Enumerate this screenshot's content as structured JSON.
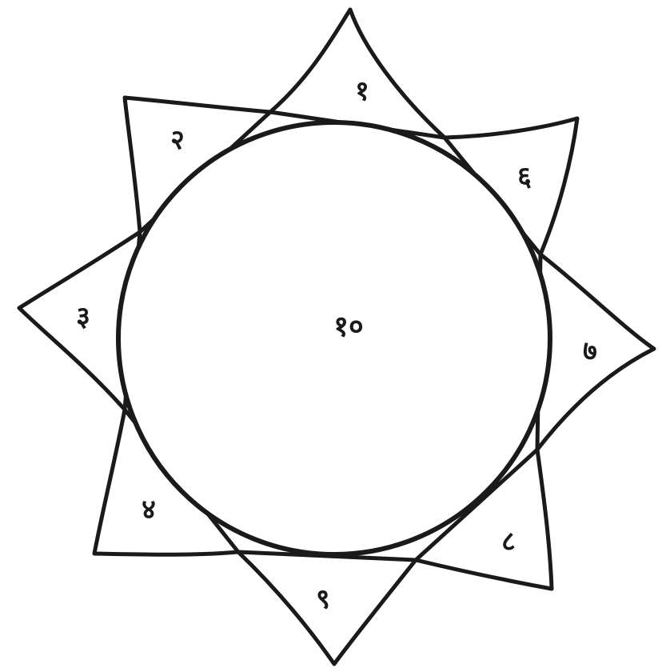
{
  "diagram": {
    "center_label": "१०",
    "petals": [
      {
        "id": "top",
        "label": "१"
      },
      {
        "id": "top-right",
        "label": "६"
      },
      {
        "id": "right",
        "label": "७"
      },
      {
        "id": "bottom-right",
        "label": "८"
      },
      {
        "id": "bottom",
        "label": "९"
      },
      {
        "id": "bottom-left",
        "label": "४"
      },
      {
        "id": "left",
        "label": "३"
      },
      {
        "id": "top-left",
        "label": "२"
      }
    ]
  }
}
